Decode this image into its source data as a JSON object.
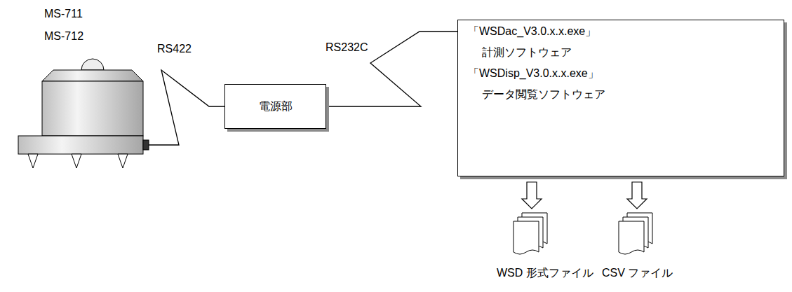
{
  "diagram": {
    "nodes": [
      {
        "text": [
          "MS-711",
          "MS-712"
        ]
      },
      {
        "text": [
          "電源部"
        ]
      },
      {
        "text": [
          "「WSDac_V3.0.x.x.exe」",
          "計測ソフトウェア",
          "「WSDisp_V3.0.x.x.exe」",
          "データ閲覧ソフトウェア"
        ]
      },
      {
        "text": [
          "WSD 形式ファイル"
        ]
      },
      {
        "text": [
          "CSV ファイル"
        ]
      }
    ],
    "edges": [
      {
        "from": 0,
        "to": 1,
        "label": "RS422",
        "arrow": "none"
      },
      {
        "from": 1,
        "to": 2,
        "label": "RS232C",
        "arrow": "none"
      },
      {
        "from": 2,
        "to": 3,
        "arrow": "to"
      },
      {
        "from": 2,
        "to": 4,
        "arrow": "to"
      }
    ]
  }
}
